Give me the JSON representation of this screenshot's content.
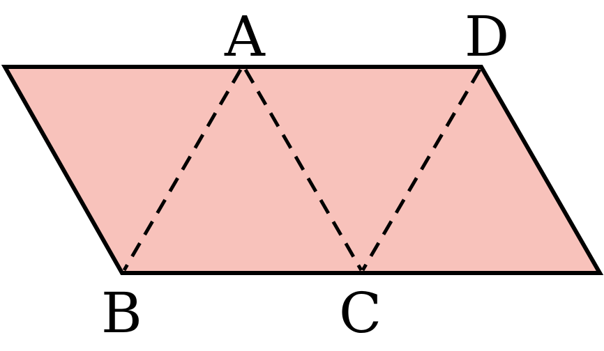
{
  "figure": {
    "fill_color": "#f8c2bb",
    "stroke_color": "#000000",
    "points": {
      "A": "A",
      "B": "B",
      "C": "C",
      "D": "D"
    },
    "dashed_segments": [
      "AB",
      "AC",
      "CD"
    ]
  }
}
